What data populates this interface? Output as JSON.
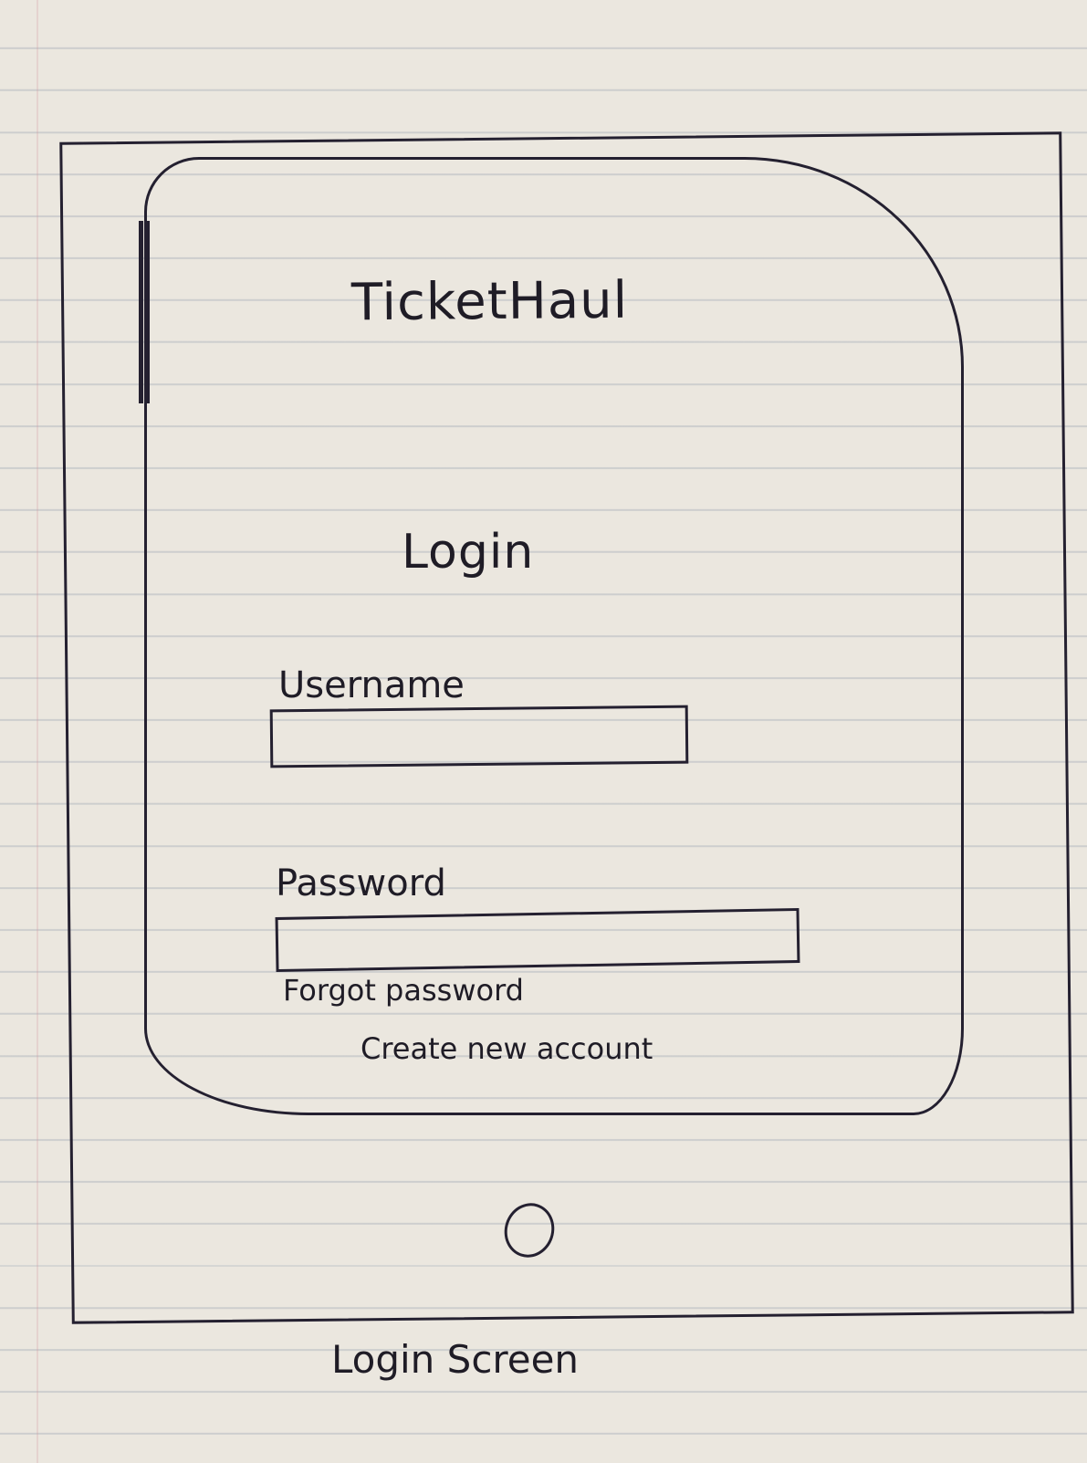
{
  "app": {
    "title": "TicketHaul"
  },
  "screen": {
    "heading": "Login"
  },
  "form": {
    "username_label": "Username",
    "username_value": "",
    "password_label": "Password",
    "password_value": "",
    "forgot_password": "Forgot password",
    "create_account": "Create new account"
  },
  "device": {
    "home_button_icon": "circle-home-icon"
  },
  "caption": "Login Screen"
}
